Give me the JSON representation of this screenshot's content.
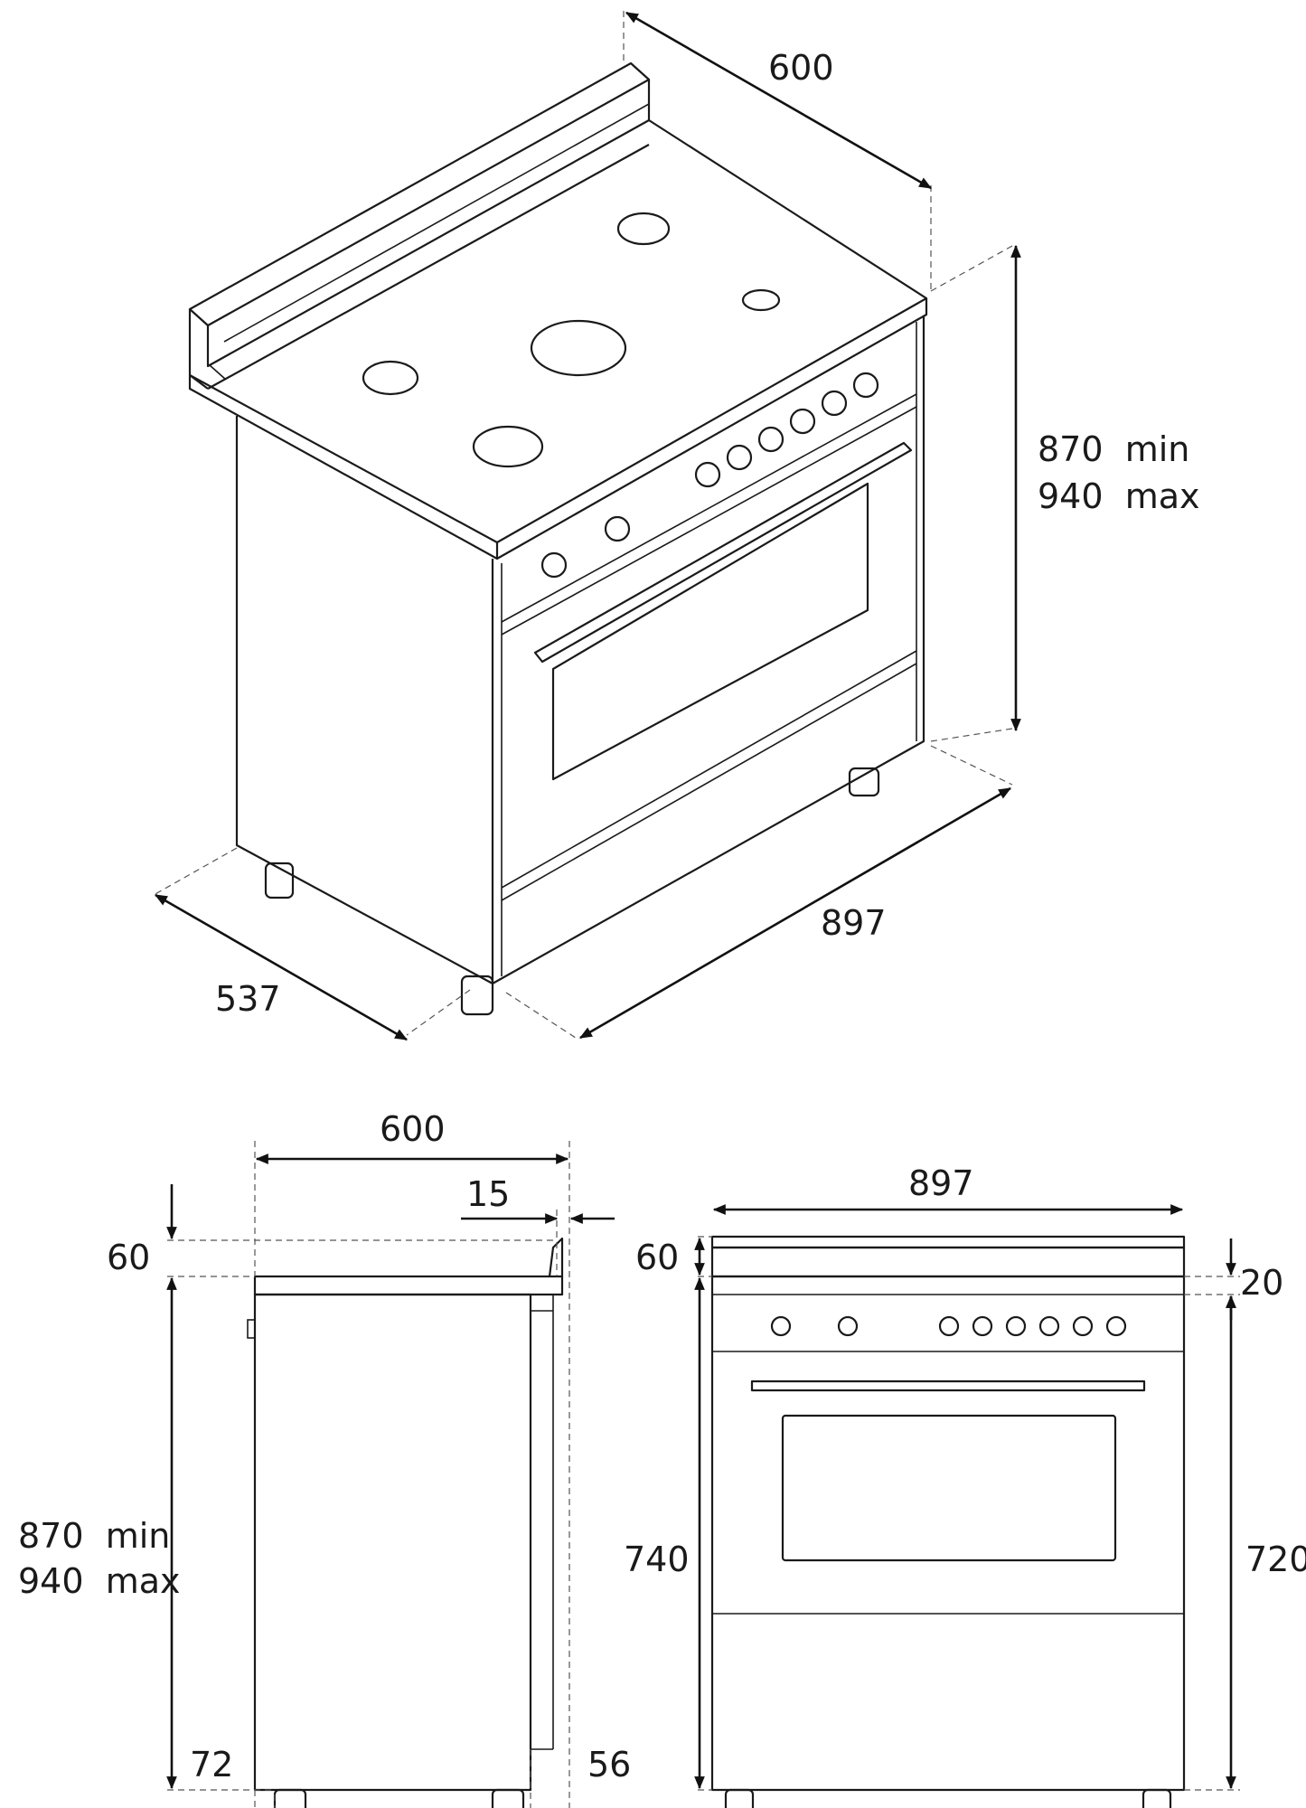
{
  "iso_view": {
    "width": "600",
    "height_min": "870  min",
    "height_max": "940  max",
    "depth_right": "897",
    "depth_left": "537"
  },
  "side_view": {
    "width": "600",
    "back_offset": "15",
    "backguard_height": "60",
    "height_min": "870  min",
    "height_max": "940  max",
    "foot_front": "72",
    "foot_back": "56"
  },
  "front_view": {
    "width": "897",
    "top_height": "60",
    "lip_height": "20",
    "body_height_left": "740",
    "body_height_right": "720"
  },
  "colors": {
    "line": "#1a1a1a",
    "background": "#ffffff"
  }
}
